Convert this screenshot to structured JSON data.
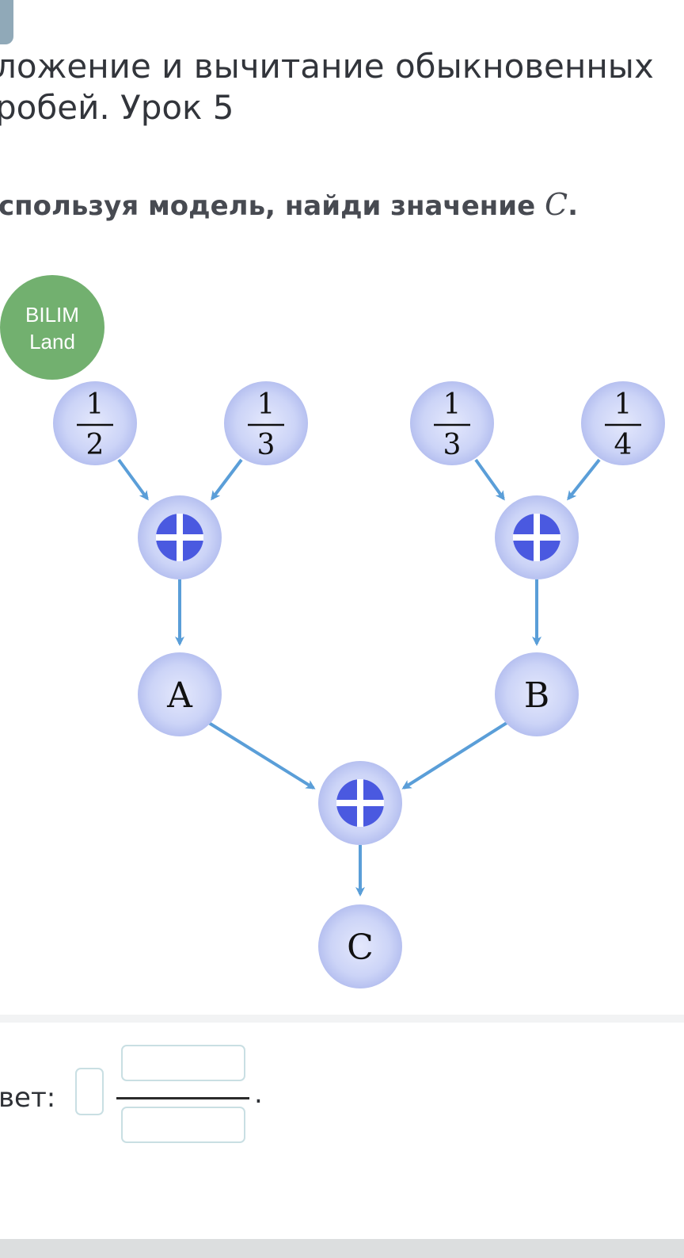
{
  "header": {
    "title": "ложение и вычитание обыкновенных\nробей. Урок 5"
  },
  "task": {
    "text": "спользуя модель, найди значение ",
    "variable": "C",
    "suffix": "."
  },
  "logo": {
    "line1": "BILIM",
    "line2": "Land"
  },
  "diagram": {
    "inputs": [
      {
        "numerator": "1",
        "denominator": "2"
      },
      {
        "numerator": "1",
        "denominator": "3"
      },
      {
        "numerator": "1",
        "denominator": "3"
      },
      {
        "numerator": "1",
        "denominator": "4"
      }
    ],
    "operation": "plus",
    "intermediate": [
      "A",
      "B"
    ],
    "result": "C"
  },
  "answer": {
    "label": "вет:",
    "whole_value": "",
    "numerator_value": "",
    "denominator_value": "",
    "period": "."
  },
  "colors": {
    "node_fill": "#c4cdf5",
    "operator_blue": "#4a59e0",
    "arrow": "#5a9ed8",
    "logo_green": "#72b06f",
    "input_border": "#c9dfe3"
  }
}
